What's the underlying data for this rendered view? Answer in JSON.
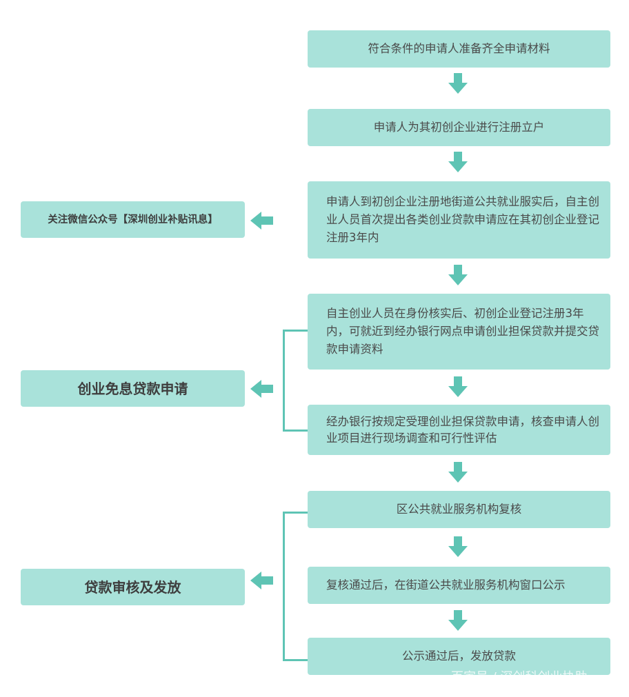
{
  "steps": [
    "符合条件的申请人准备齐全申请材料",
    "申请人为其初创企业进行注册立户",
    "申请人到初创企业注册地街道公共就业服实后，自主创业人员首次提出各类创业贷款申请应在其初创企业登记注册3年内",
    "自主创业人员在身份核实后、初创企业登记注册3年内，可就近到经办银行网点申请创业担保贷款并提交贷款申请资料",
    "经办银行按规定受理创业担保贷款申请，核查申请人创业项目进行现场调查和可行性评估",
    "区公共就业服务机构复核",
    "复核通过后，在街道公共就业服务机构窗口公示",
    "公示通过后，发放贷款"
  ],
  "side_labels": [
    "关注微信公众号【深圳创业补贴讯息】",
    "创业免息贷款申请",
    "贷款审核及发放"
  ],
  "watermark": "百家号 / 深创科创业协助",
  "colors": {
    "box": "#a9e2da",
    "accent": "#5ec4b4",
    "text": "#4a4a4a"
  }
}
